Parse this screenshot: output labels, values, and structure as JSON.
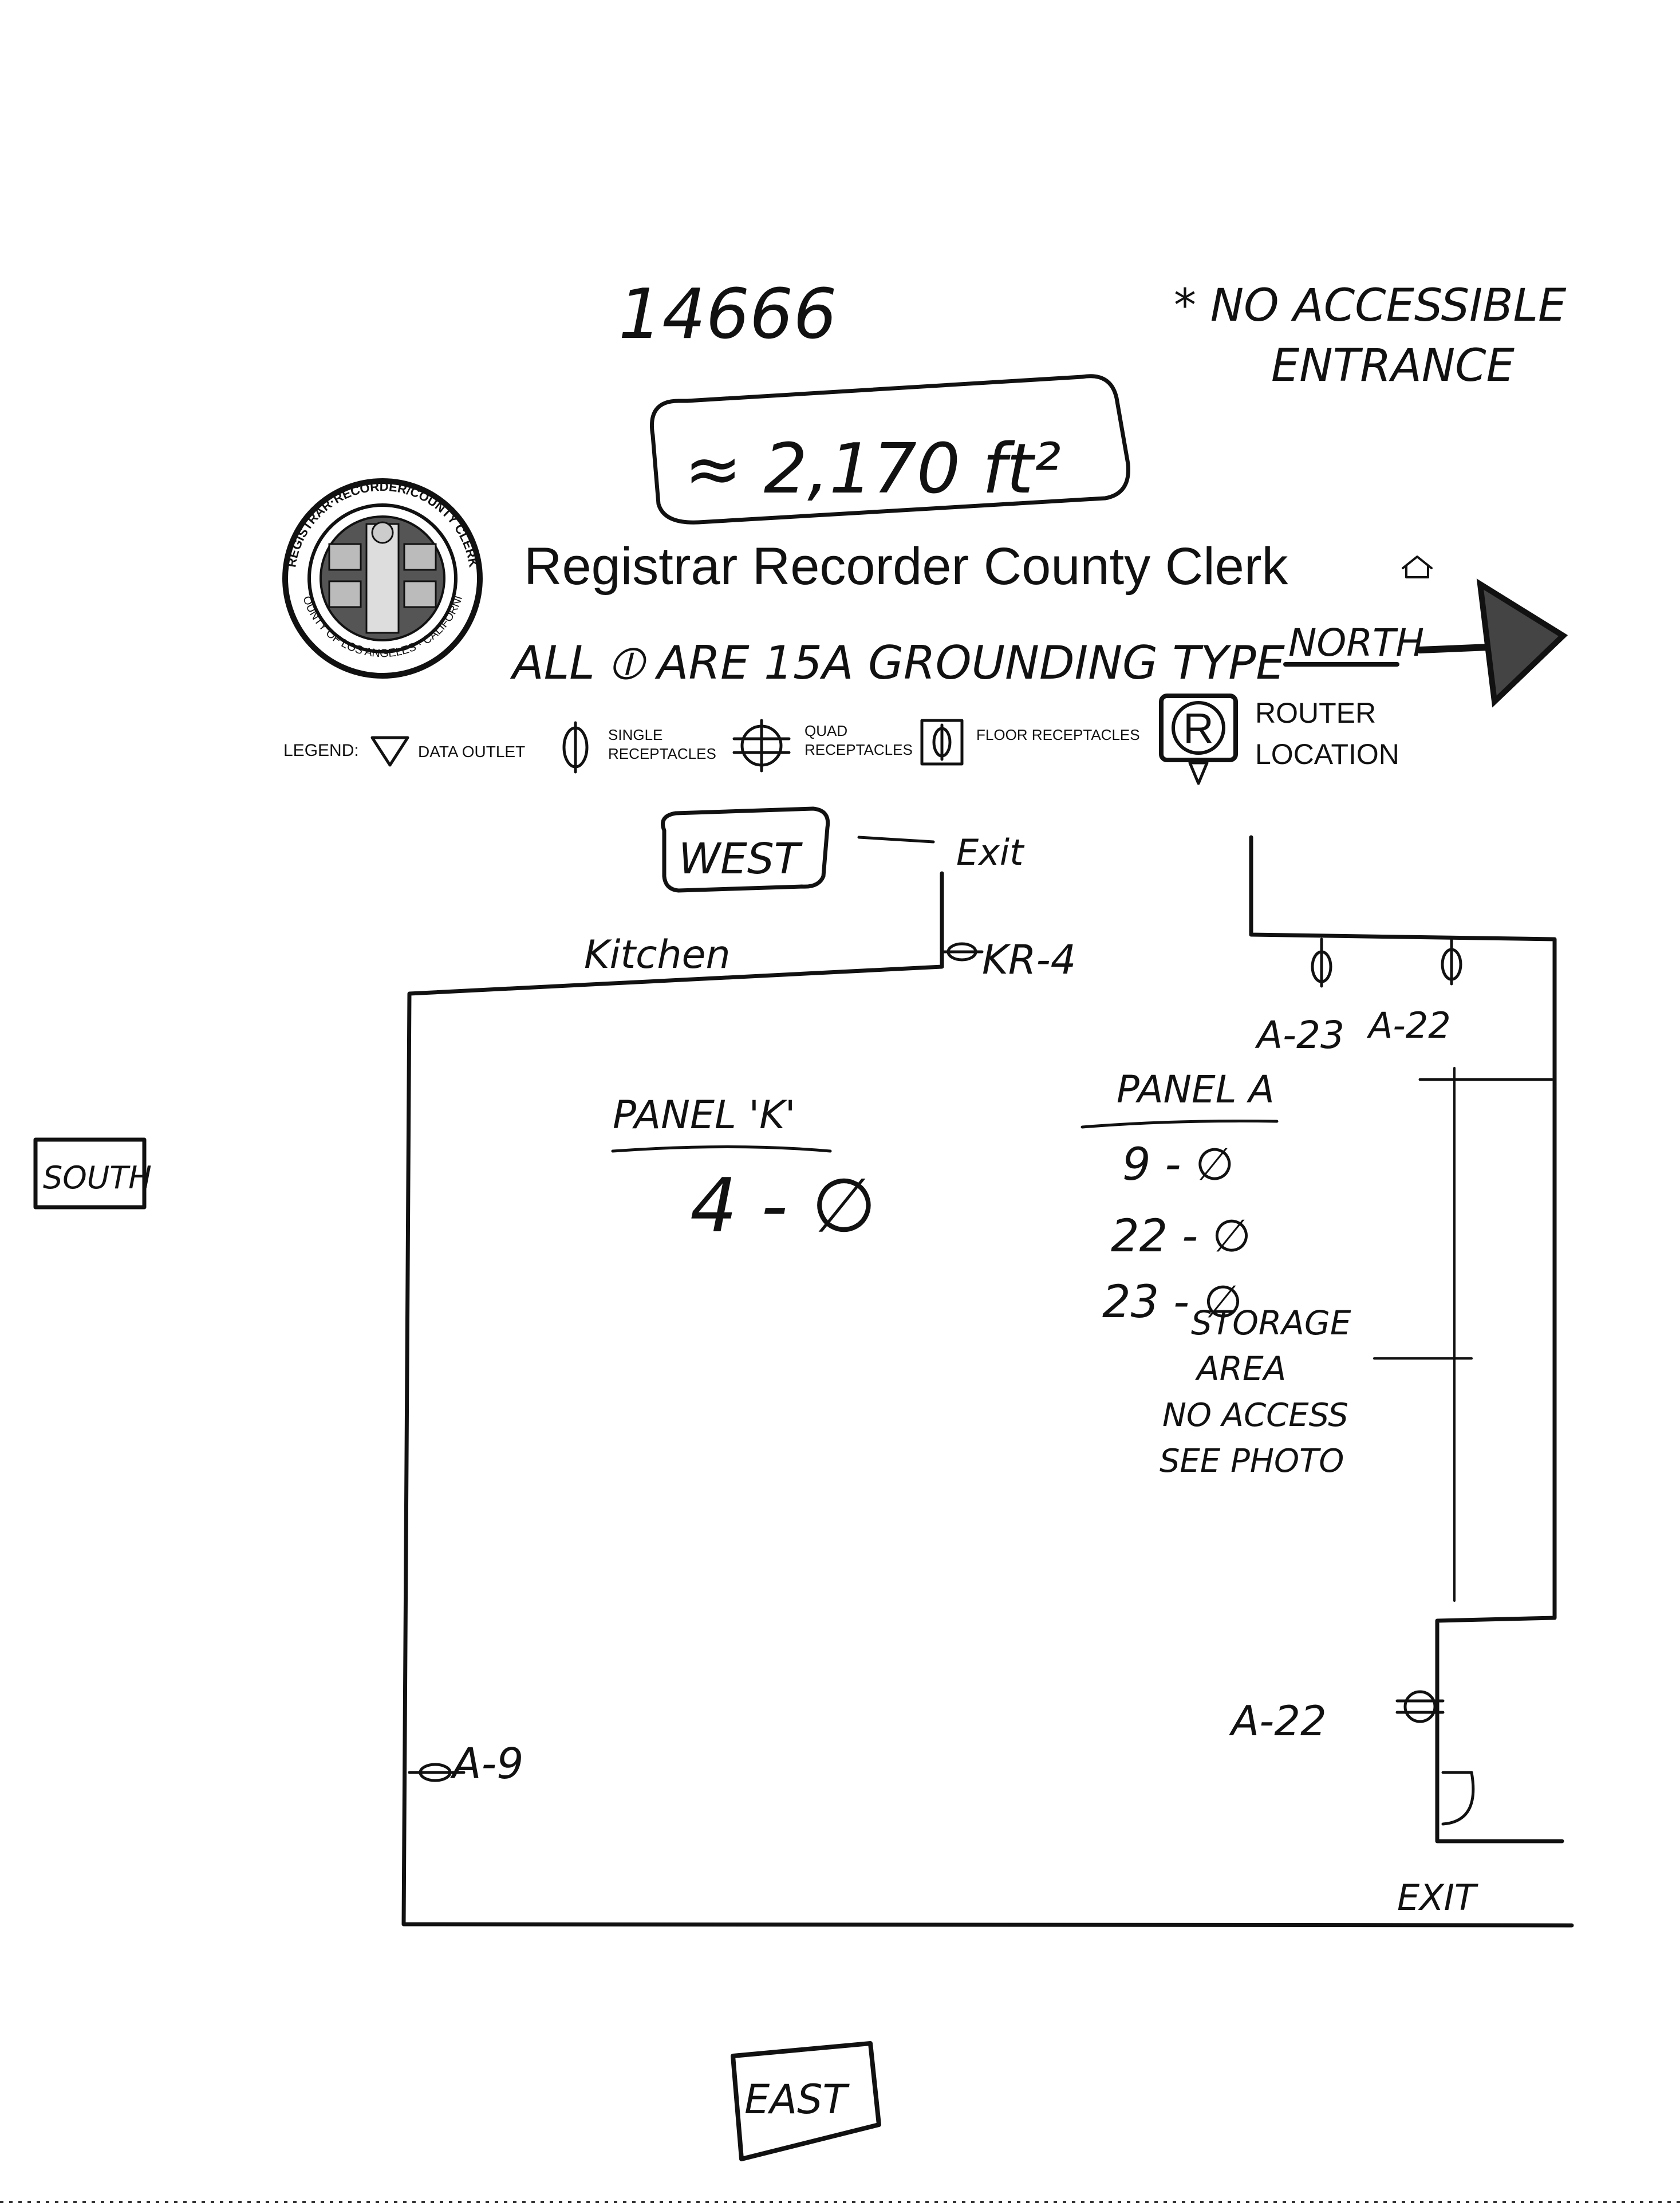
{
  "document_id": "14666",
  "accessibility_note": [
    "* NO ACCESSIBLE",
    "ENTRANCE"
  ],
  "area": "≈ 2,170 ft²",
  "header_title": "Registrar Recorder County Clerk",
  "seal": {
    "text_top": "REGISTRAR·RECORDER/COUNTY CLERK",
    "text_bottom": "COUNTY OF LOS ANGELES · CALIFORNIA"
  },
  "receptacle_note": "ALL ⦶ ARE 15A GROUNDING TYPE",
  "north_label": "NORTH",
  "legend": {
    "label": "LEGEND:",
    "data_outlet": "DATA OUTLET",
    "single_1": "SINGLE",
    "single_2": "RECEPTACLES",
    "quad_1": "QUAD",
    "quad_2": "RECEPTACLES",
    "floor": "FLOOR RECEPTACLES",
    "router_letter": "R",
    "router_1": "ROUTER",
    "router_2": "LOCATION"
  },
  "compass": {
    "west": "WEST",
    "south": "SOUTH",
    "east": "EAST"
  },
  "rooms": {
    "kitchen": "Kitchen",
    "exit_top": "Exit",
    "exit_bottom": "EXIT",
    "storage": [
      "STORAGE",
      "AREA",
      "NO ACCESS",
      "SEE PHOTO"
    ]
  },
  "outlet_labels": {
    "kr4": "KR-4",
    "a23": "A-23",
    "a22_top": "A-22",
    "a22_side": "A-22",
    "a9": "A-9"
  },
  "panel_k": {
    "title": "PANEL 'K'",
    "counts": [
      "4 - ∅"
    ]
  },
  "panel_a": {
    "title": "PANEL A",
    "counts": [
      "9 - ∅",
      "22 - ∅",
      "23 - ∅"
    ]
  }
}
